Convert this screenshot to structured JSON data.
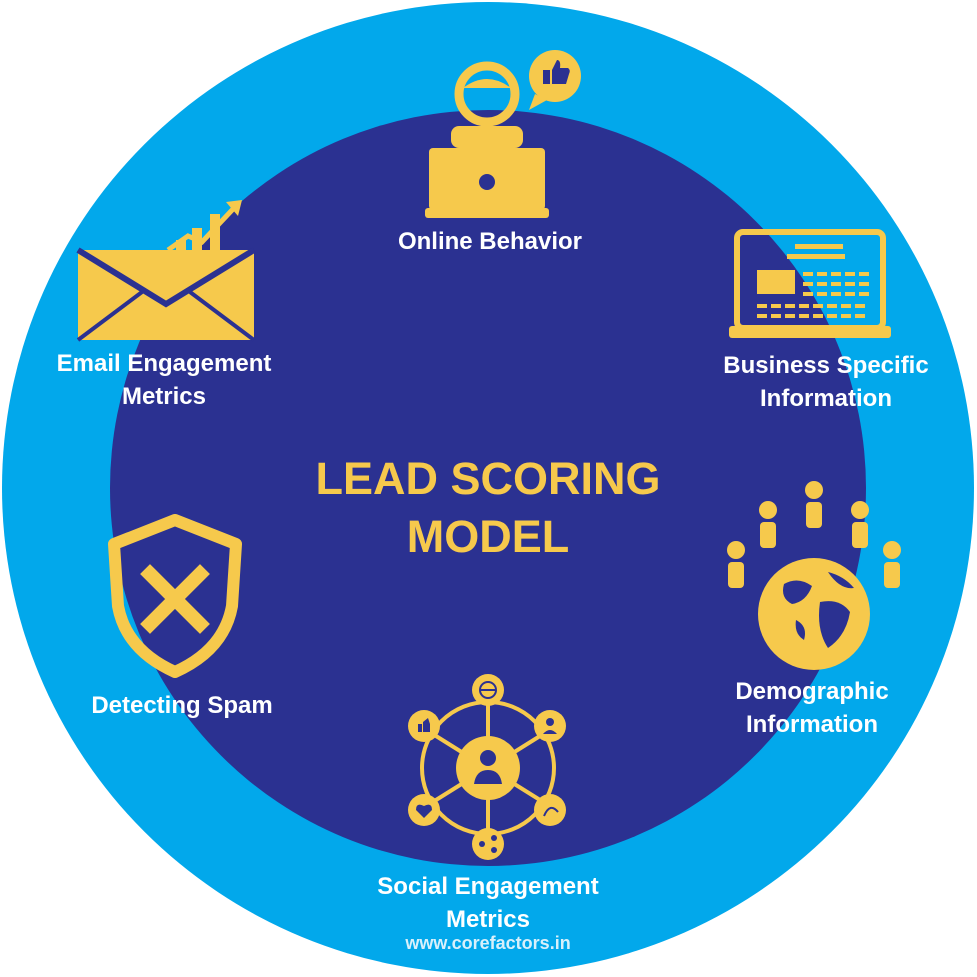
{
  "center": {
    "title_line1": "LEAD SCORING",
    "title_line2": "MODEL"
  },
  "segments": {
    "online_behavior": "Online Behavior",
    "business_line1": "Business Specific",
    "business_line2": "Information",
    "demographic_line1": "Demographic",
    "demographic_line2": "Information",
    "social_line1": "Social Engagement",
    "social_line2": "Metrics",
    "spam": "Detecting Spam",
    "email_line1": "Email Engagement",
    "email_line2": "Metrics"
  },
  "footer": {
    "url": "www.corefactors.in"
  },
  "colors": {
    "outer_ring": "#02a8eb",
    "inner_circle": "#2b3191",
    "accent": "#f6c94c",
    "text": "#ffffff"
  },
  "icons": {
    "online_behavior": "laptop-user-like-icon",
    "business": "web-page-layout-icon",
    "demographic": "globe-people-icon",
    "social": "social-network-hub-icon",
    "spam": "shield-x-icon",
    "email": "envelope-chart-icon"
  }
}
